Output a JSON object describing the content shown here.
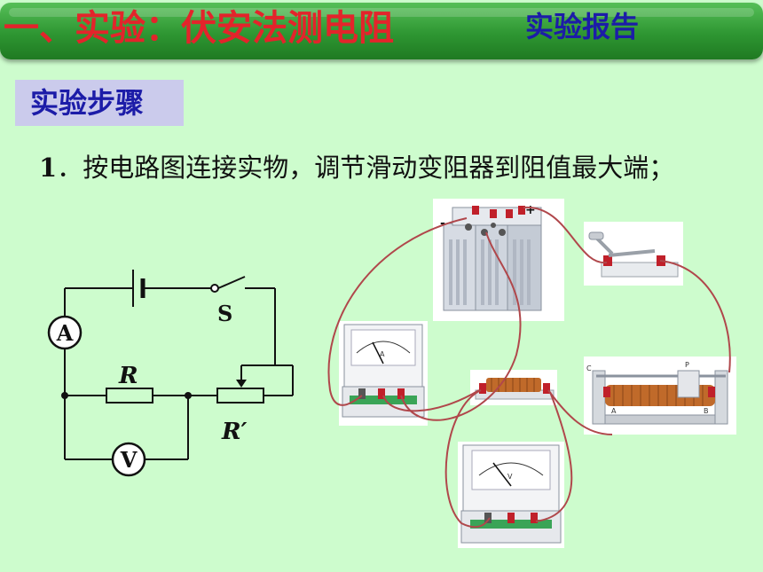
{
  "header": {
    "title": "一、实验：伏安法测电阻",
    "report_link": "实验报告"
  },
  "section": {
    "label": "实验步骤"
  },
  "step": {
    "number": "1",
    "text": "．按电路图连接实物，调节滑动变阻器到阻值最大端；"
  },
  "circuit": {
    "ammeter": "A",
    "voltmeter": "V",
    "switch": "S",
    "resistor": "R",
    "rheostat": "R′"
  },
  "equipment": {
    "battery_neg": "-",
    "battery_pos": "+",
    "ammeter_letter": "A",
    "voltmeter_letter": "V",
    "rheostat_terminals": {
      "a": "A",
      "b": "B",
      "c": "C",
      "p": "P"
    }
  },
  "colors": {
    "background": "#cdfccd",
    "header_green": "#2e9632",
    "title_red": "#e3242b",
    "link_blue": "#1c1ca8",
    "badge": "#cbcbec",
    "wire": "#b0474b"
  }
}
